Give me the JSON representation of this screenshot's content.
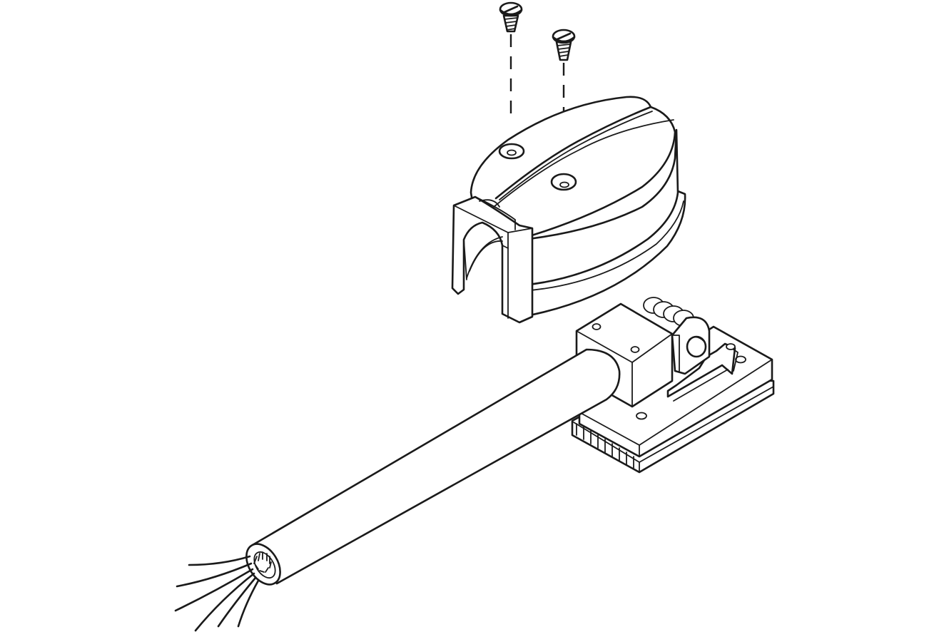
{
  "figure": {
    "type": "exploded-assembly-line-drawing",
    "colors": {
      "line": "#1a1a1a",
      "fill": "#ffffff",
      "background": "#ffffff"
    },
    "components": [
      "screw",
      "screw",
      "strain-relief-cover",
      "cable-clamp-block",
      "terminal-base",
      "round-cable",
      "stripped-wires"
    ]
  }
}
